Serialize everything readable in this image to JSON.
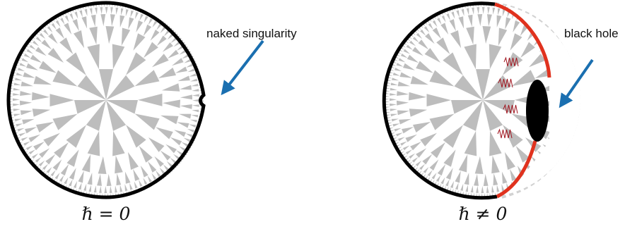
{
  "panels": [
    {
      "id": "classical",
      "annotation": "naked singularity",
      "caption": "ℏ = 0"
    },
    {
      "id": "quantum",
      "annotation": "black hole",
      "caption": "ℏ ≠ 0"
    }
  ],
  "colors": {
    "tiling_fill": "#bdbdbd",
    "tiling_line": "#d8d8d8",
    "boundary": "#000000",
    "horizon_accent": "#e0321e",
    "arrow": "#1a6fb0",
    "ghost_boundary": "#d2d2d2",
    "wavy_excitation": "#a0141e"
  }
}
